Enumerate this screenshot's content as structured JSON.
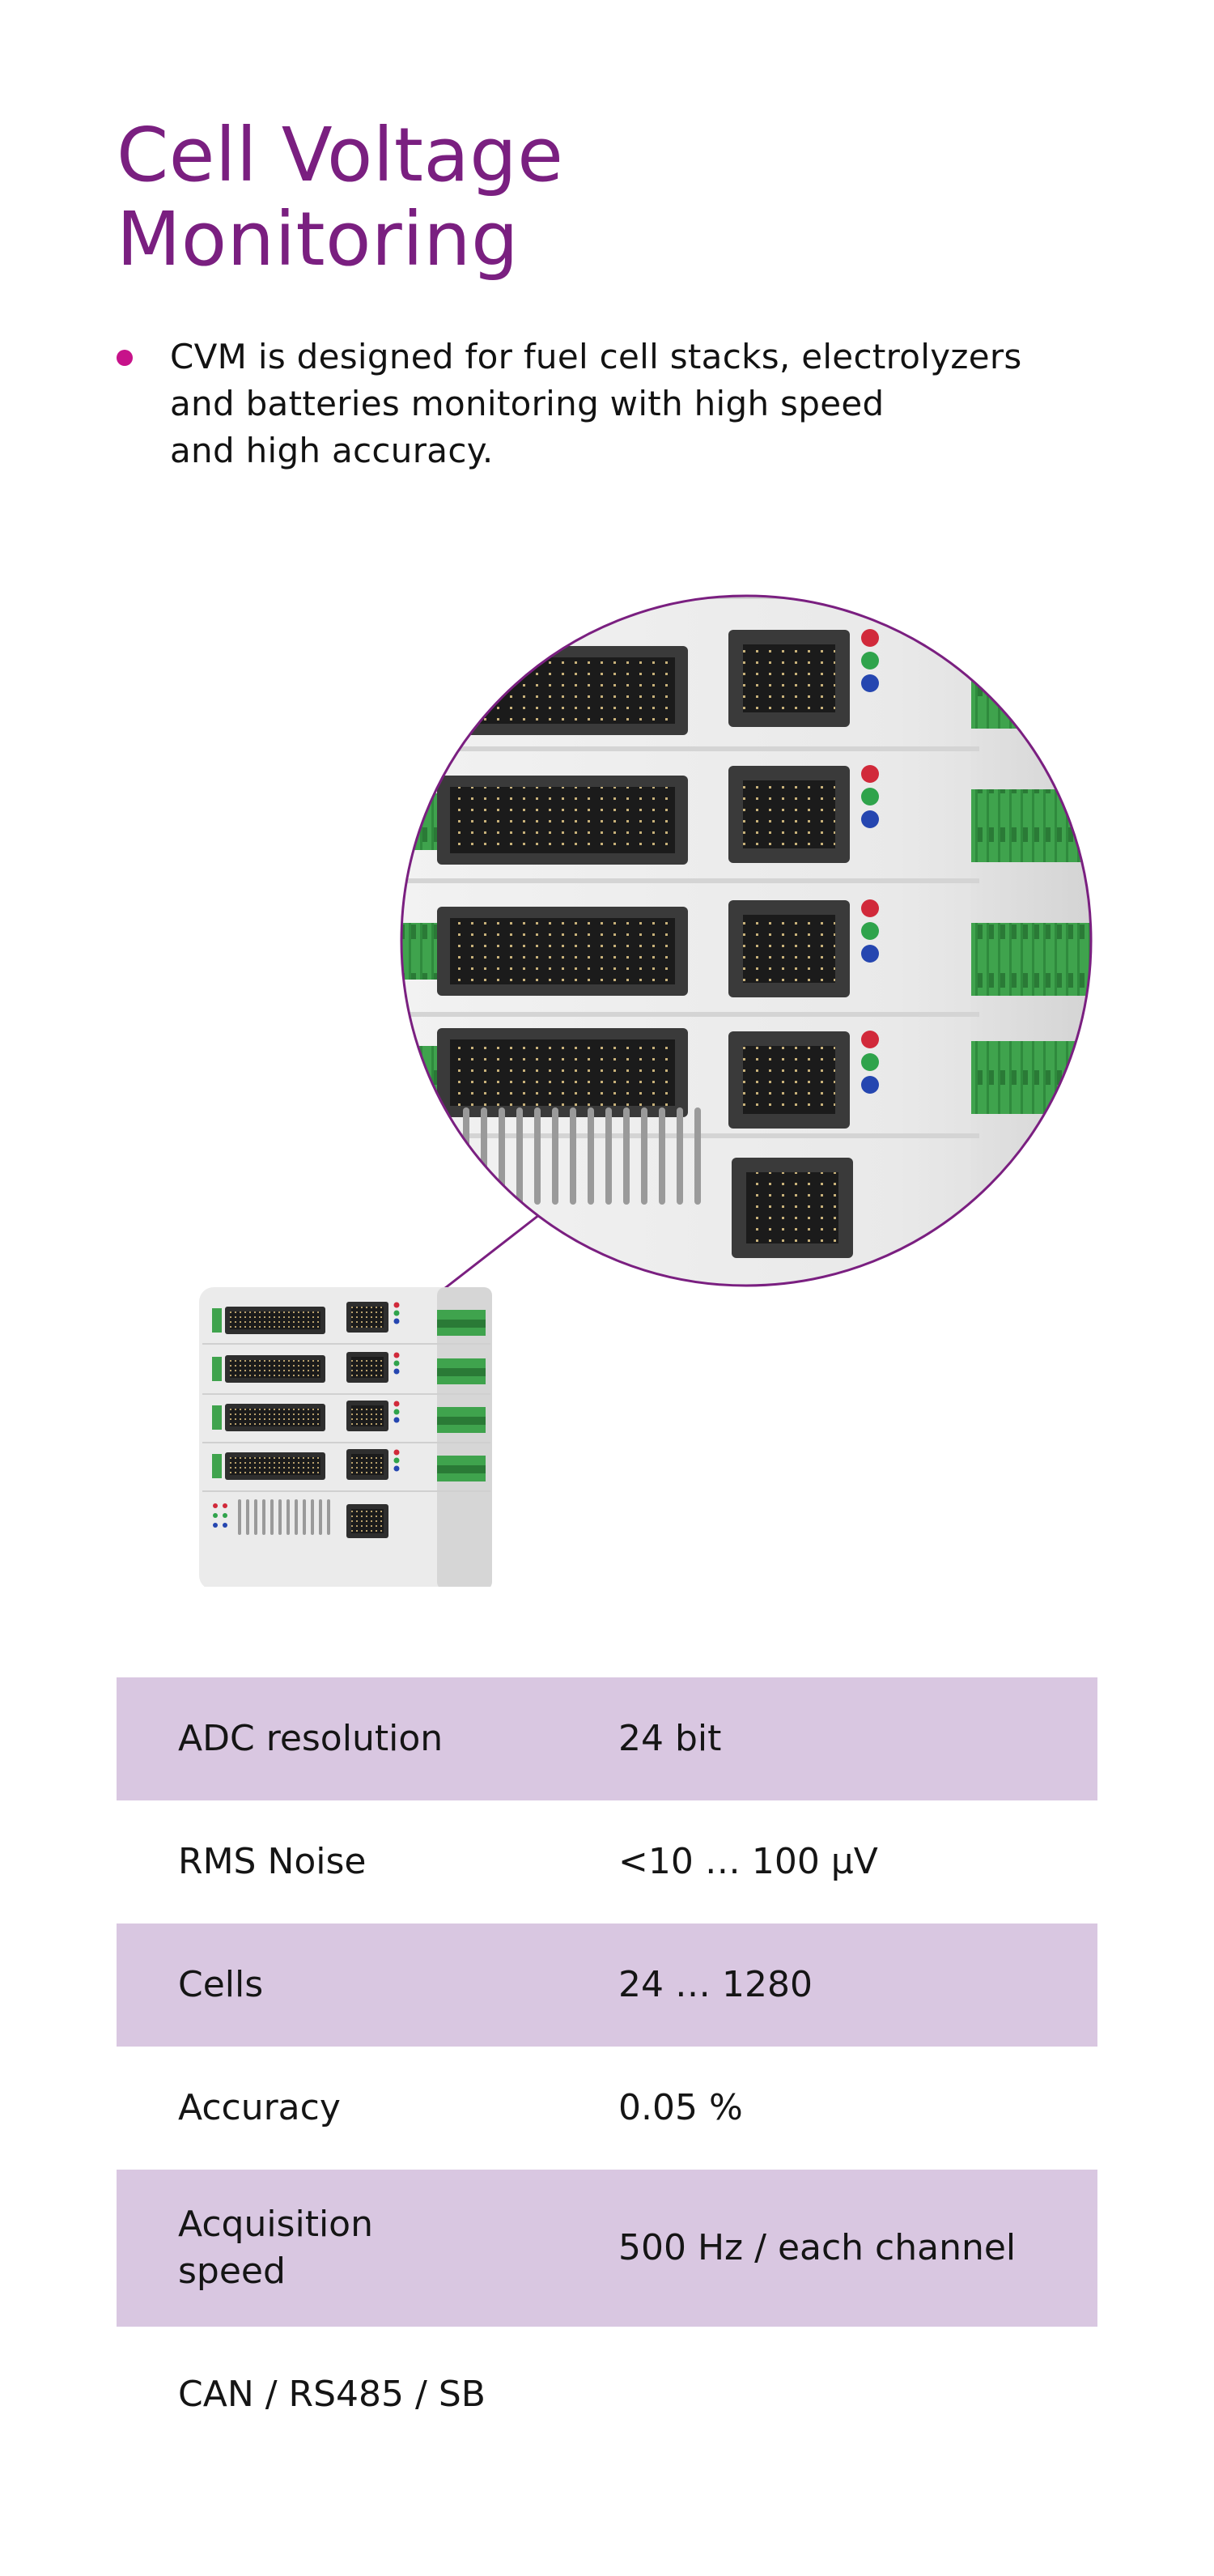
{
  "heading": {
    "line1": "Cell Voltage",
    "line2": "Monitoring"
  },
  "intro": {
    "line1": "CVM is designed for fuel cell stacks, electrolyzers",
    "line2": "and batteries monitoring with high speed",
    "line3": "and high accuracy."
  },
  "colors": {
    "brand_purple": "#7a1f80",
    "bullet_magenta": "#c7128a",
    "row_shade": "#d9c7e1",
    "connector_green": "#3fa34d",
    "device_body": "#eeeeee"
  },
  "illustration": {
    "icons": [
      "device-render",
      "magnifier-circle"
    ]
  },
  "specs": [
    {
      "label": "ADC resolution",
      "value": "24 bit",
      "shaded": true
    },
    {
      "label": "RMS Noise",
      "value": "<10 … 100 μV",
      "shaded": false
    },
    {
      "label": "Cells",
      "value": "24 … 1280",
      "shaded": true
    },
    {
      "label": "Accuracy",
      "value": "0.05 %",
      "shaded": false
    },
    {
      "label_line1": "Acquisition",
      "label_line2": "speed",
      "value": "500 Hz / each channel",
      "shaded": true
    },
    {
      "label": "CAN / RS485 / SB",
      "value": "",
      "shaded": false
    }
  ]
}
